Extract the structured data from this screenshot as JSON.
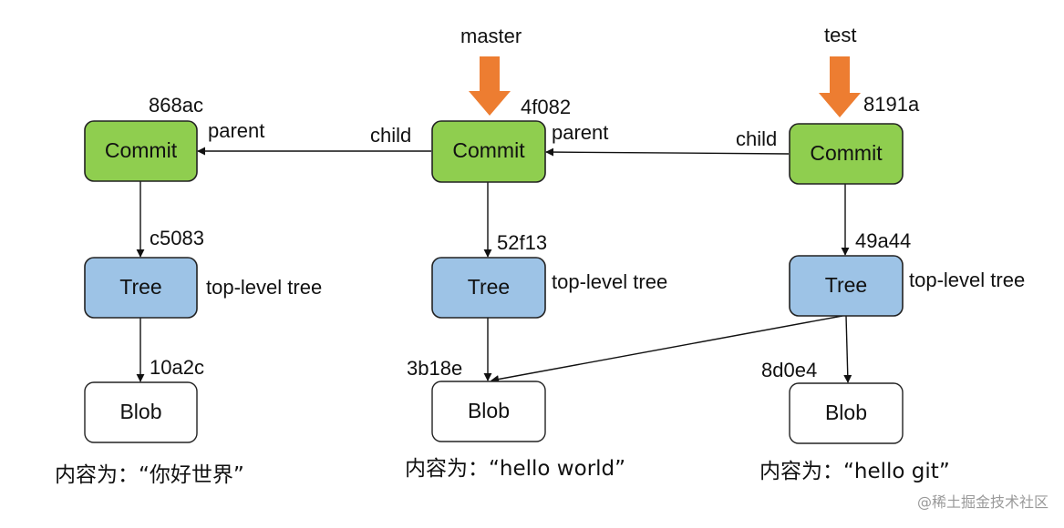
{
  "colors": {
    "commit_fill": "#8fce4f",
    "tree_fill": "#9dc3e6",
    "blob_fill": "#ffffff",
    "box_stroke": "#222222",
    "pointer_arrow": "#ed7d31"
  },
  "branches": [
    {
      "name": "master"
    },
    {
      "name": "test"
    }
  ],
  "columns": [
    {
      "commit": {
        "hash": "868ac",
        "label": "Commit",
        "parent_label": "parent"
      },
      "tree": {
        "hash": "c5083",
        "label": "Tree",
        "note": "top-level tree"
      },
      "blob": {
        "hash": "10a2c",
        "label": "Blob",
        "caption": "内容为：“你好世界”"
      }
    },
    {
      "commit": {
        "hash": "4f082",
        "label": "Commit",
        "parent_label": "parent",
        "child_label": "child"
      },
      "tree": {
        "hash": "52f13",
        "label": "Tree",
        "note": "top-level tree"
      },
      "blob": {
        "hash": "3b18e",
        "label": "Blob",
        "caption": "内容为：“hello world”"
      }
    },
    {
      "commit": {
        "hash": "8191a",
        "label": "Commit",
        "child_label": "child"
      },
      "tree": {
        "hash": "49a44",
        "label": "Tree",
        "note": "top-level tree"
      },
      "blob": {
        "hash": "8d0e4",
        "label": "Blob",
        "caption": "内容为：“hello git”"
      }
    }
  ],
  "watermark": "@稀土掘金技术社区"
}
